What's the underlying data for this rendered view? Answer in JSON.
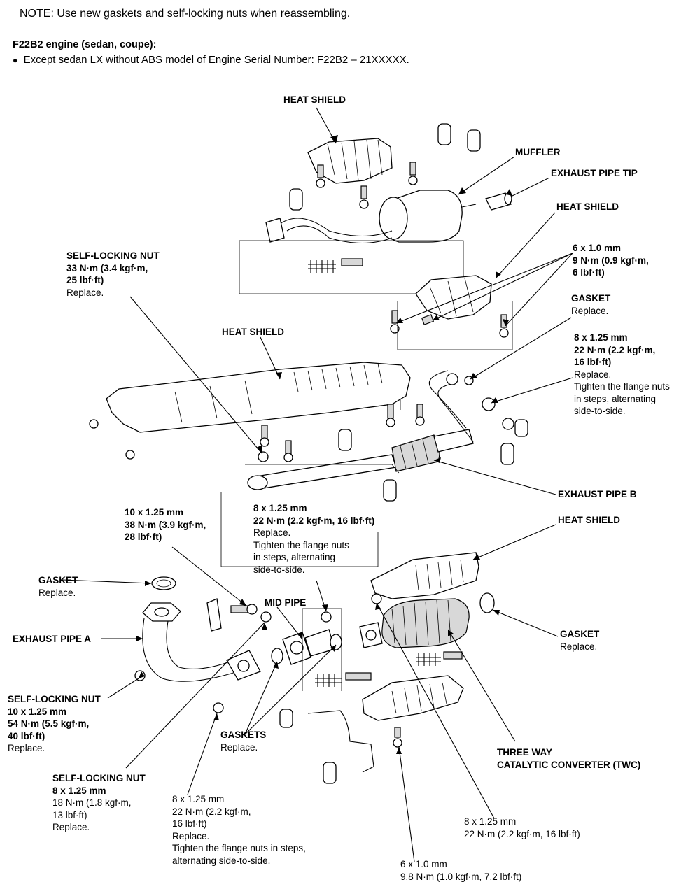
{
  "note": "NOTE:  Use new gaskets and self-locking nuts when reassembling.",
  "engine_title": "F22B2 engine (sedan, coupe):",
  "bullet": "Except sedan LX without ABS model of Engine Serial Number: F22B2 – 21XXXXX.",
  "labels": {
    "heat_shield_top": "HEAT SHIELD",
    "muffler": "MUFFLER",
    "exhaust_pipe_tip": "EXHAUST PIPE TIP",
    "heat_shield_right": "HEAT SHIELD",
    "bolt_6x1_top": {
      "size": "6 x 1.0 mm",
      "t1": "9 N·m (0.9 kgf·m,",
      "t2": "6 lbf·ft)"
    },
    "gasket_right": {
      "name": "GASKET",
      "note": "Replace."
    },
    "nut_8x125_right": {
      "size": "8 x 1.25 mm",
      "t1": "22 N·m (2.2 kgf·m,",
      "t2": "16 lbf·ft)",
      "n1": "Replace.",
      "n2": "Tighten the flange nuts",
      "n3": "in steps, alternating",
      "n4": "side-to-side."
    },
    "self_locking_nut_top": {
      "name": "SELF-LOCKING NUT",
      "t1": "33 N·m (3.4 kgf·m,",
      "t2": "25 lbf·ft)",
      "note": "Replace."
    },
    "heat_shield_mid": "HEAT SHIELD",
    "exhaust_pipe_b": "EXHAUST PIPE B",
    "heat_shield_lower": "HEAT SHIELD",
    "bolt_10x125": {
      "size": "10 x 1.25 mm",
      "t1": "38 N·m (3.9 kgf·m,",
      "t2": "28 lbf·ft)"
    },
    "nut_8x125_mid": {
      "size": "8 x 1.25 mm",
      "t1": "22 N·m (2.2 kgf·m, 16 lbf·ft)",
      "n1": "Replace.",
      "n2": "Tighten the flange nuts",
      "n3": "in steps, alternating",
      "n4": "side-to-side."
    },
    "gasket_left": {
      "name": "GASKET",
      "note": "Replace."
    },
    "mid_pipe": "MID PIPE",
    "exhaust_pipe_a": "EXHAUST PIPE A",
    "gasket_lower_right": {
      "name": "GASKET",
      "note": "Replace."
    },
    "self_locking_nut_left": {
      "name": "SELF-LOCKING NUT",
      "size": "10 x 1.25 mm",
      "t1": "54 N·m (5.5 kgf·m,",
      "t2": "40 lbf·ft)",
      "note": "Replace."
    },
    "gaskets": {
      "name": "GASKETS",
      "note": "Replace."
    },
    "twc": {
      "l1": "THREE WAY",
      "l2": "CATALYTIC CONVERTER (TWC)"
    },
    "self_locking_nut_bottom": {
      "name": "SELF-LOCKING NUT",
      "size": "8 x 1.25 mm",
      "t1": "18 N·m (1.8 kgf·m,",
      "t2": "13 lbf·ft)",
      "note": "Replace."
    },
    "nut_8x125_bottom": {
      "size": "8 x 1.25 mm",
      "t1": "22 N·m (2.2 kgf·m,",
      "t2": "16 lbf·ft)",
      "n1": "Replace.",
      "n2": "Tighten the flange nuts in steps,",
      "n3": "alternating side-to-side."
    },
    "nut_8x125_twc": {
      "size": "8 x 1.25 mm",
      "t1": "22 N·m (2.2 kgf·m, 16 lbf·ft)"
    },
    "bolt_6x1_bottom": {
      "size": "6 x 1.0 mm",
      "t1": "9.8 N·m (1.0 kgf·m, 7.2 lbf·ft)"
    }
  }
}
